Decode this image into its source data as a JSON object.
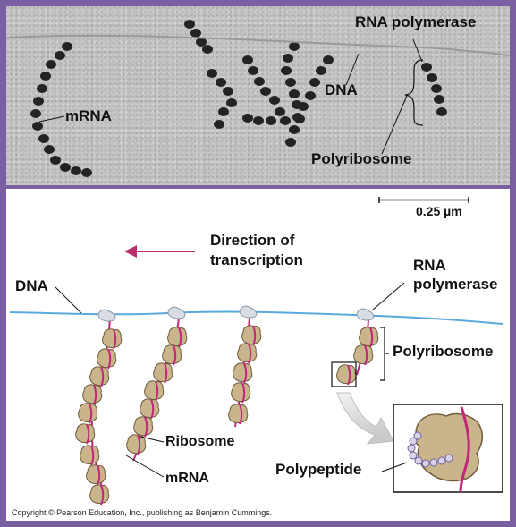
{
  "micrograph": {
    "labels": {
      "rna_polymerase": "RNA polymerase",
      "dna": "DNA",
      "mrna": "mRNA",
      "polyribosome": "Polyribosome"
    },
    "scale_bar": "0.25 µm"
  },
  "diagram": {
    "direction_line1": "Direction of",
    "direction_line2": "transcription",
    "dna": "DNA",
    "rna_line1": "RNA",
    "rna_line2": "polymerase",
    "polyribosome": "Polyribosome",
    "ribosome": "Ribosome",
    "mrna": "mRNA",
    "polypeptide": "Polypeptide"
  },
  "copyright": "Copyright © Pearson Education, Inc., publishing as Benjamin Cummings.",
  "colors": {
    "frame": "#7a5fa3",
    "dna": "#5aa9dc",
    "mrna": "#c0267a",
    "ribosome": "#c9b48c",
    "ribosome_edge": "#6f5c3a",
    "polypeptide": "#d9d3ea",
    "arrow": "#b8306e",
    "micrograph_particle": "#232323"
  }
}
